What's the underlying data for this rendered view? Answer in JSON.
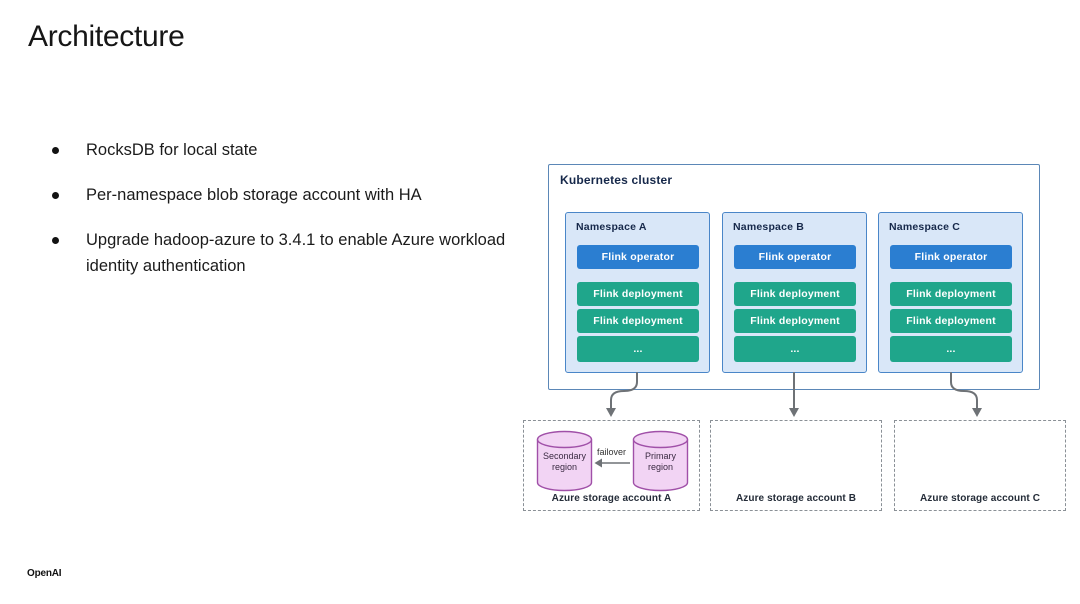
{
  "slide": {
    "title": "Architecture",
    "bullets": [
      "RocksDB for local state",
      "Per-namespace blob storage account with HA",
      "Upgrade hadoop-azure to 3.4.1 to enable Azure workload identity authentication"
    ],
    "footer_logo": "OpenAI"
  },
  "diagram": {
    "cluster_label": "Kubernetes cluster",
    "namespaces": [
      {
        "label": "Namespace A",
        "operator_label": "Flink operator",
        "deployments": [
          "Flink deployment",
          "Flink deployment",
          "..."
        ]
      },
      {
        "label": "Namespace B",
        "operator_label": "Flink operator",
        "deployments": [
          "Flink deployment",
          "Flink deployment",
          "..."
        ]
      },
      {
        "label": "Namespace C",
        "operator_label": "Flink operator",
        "deployments": [
          "Flink deployment",
          "Flink deployment",
          "..."
        ]
      }
    ],
    "storage_accounts": [
      {
        "label": "Azure storage account A",
        "failover_label": "failover",
        "regions": [
          {
            "line1": "Secondary",
            "line2": "region"
          },
          {
            "line1": "Primary",
            "line2": "region"
          }
        ]
      },
      {
        "label": "Azure storage account B"
      },
      {
        "label": "Azure storage account C"
      }
    ],
    "colors": {
      "operator_blue": "#2b7ed1",
      "deployment_teal": "#1fa68b",
      "namespace_fill": "#d9e7f8",
      "namespace_border": "#4a86c8",
      "cluster_border": "#5b87b7",
      "storage_dash_border": "#8a9096",
      "arrow_gray": "#6e7276",
      "cylinder_fill": "#f2d4f4",
      "cylinder_stroke": "#a050a8"
    }
  }
}
